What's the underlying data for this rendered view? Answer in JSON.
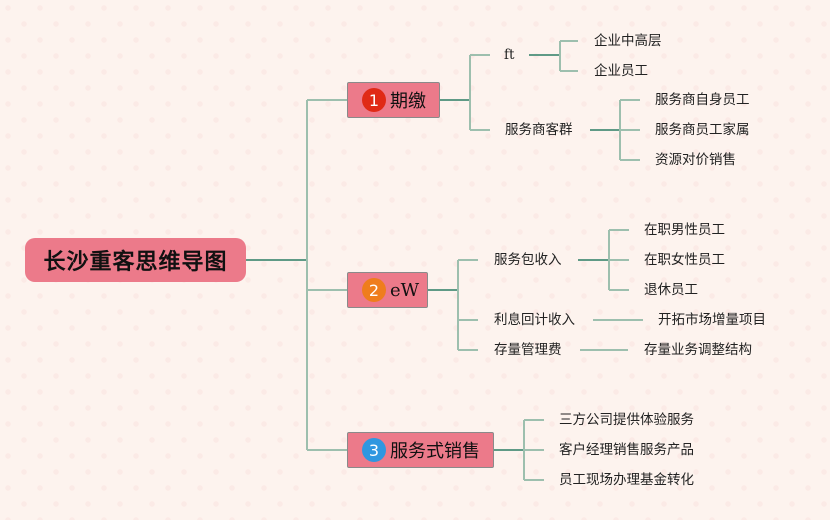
{
  "diagram": {
    "title": "长沙重客思维导图",
    "colors": {
      "background": "#fdf3ee",
      "node_fill": "#ec7a8a",
      "connector": "#9dbfae",
      "connector_dark": "#5f9a86",
      "badge_1": "#e02a16",
      "badge_2": "#ef7d1d",
      "badge_3": "#2f97e0"
    },
    "branches": [
      {
        "badge": "1",
        "label": "期缴",
        "children": [
          {
            "label": "ft",
            "children": [
              {
                "label": "企业中高层"
              },
              {
                "label": "企业员工"
              }
            ]
          },
          {
            "label": "服务商客群",
            "children": [
              {
                "label": "服务商自身员工"
              },
              {
                "label": "服务商员工家属"
              },
              {
                "label": "资源对价销售"
              }
            ]
          }
        ]
      },
      {
        "badge": "2",
        "label": "eW",
        "children": [
          {
            "label": "服务包收入",
            "children": [
              {
                "label": "在职男性员工"
              },
              {
                "label": "在职女性员工"
              },
              {
                "label": "退休员工"
              }
            ]
          },
          {
            "label": "利息回计收入",
            "children": [
              {
                "label": "开拓市场增量项目"
              }
            ]
          },
          {
            "label": "存量管理费",
            "children": [
              {
                "label": "存量业务调整结构"
              }
            ]
          }
        ]
      },
      {
        "badge": "3",
        "label": "服务式销售",
        "children": [
          {
            "label": "三方公司提供体验服务"
          },
          {
            "label": "客户经理销售服务产品"
          },
          {
            "label": "员工现场办理基金转化"
          }
        ]
      }
    ]
  }
}
